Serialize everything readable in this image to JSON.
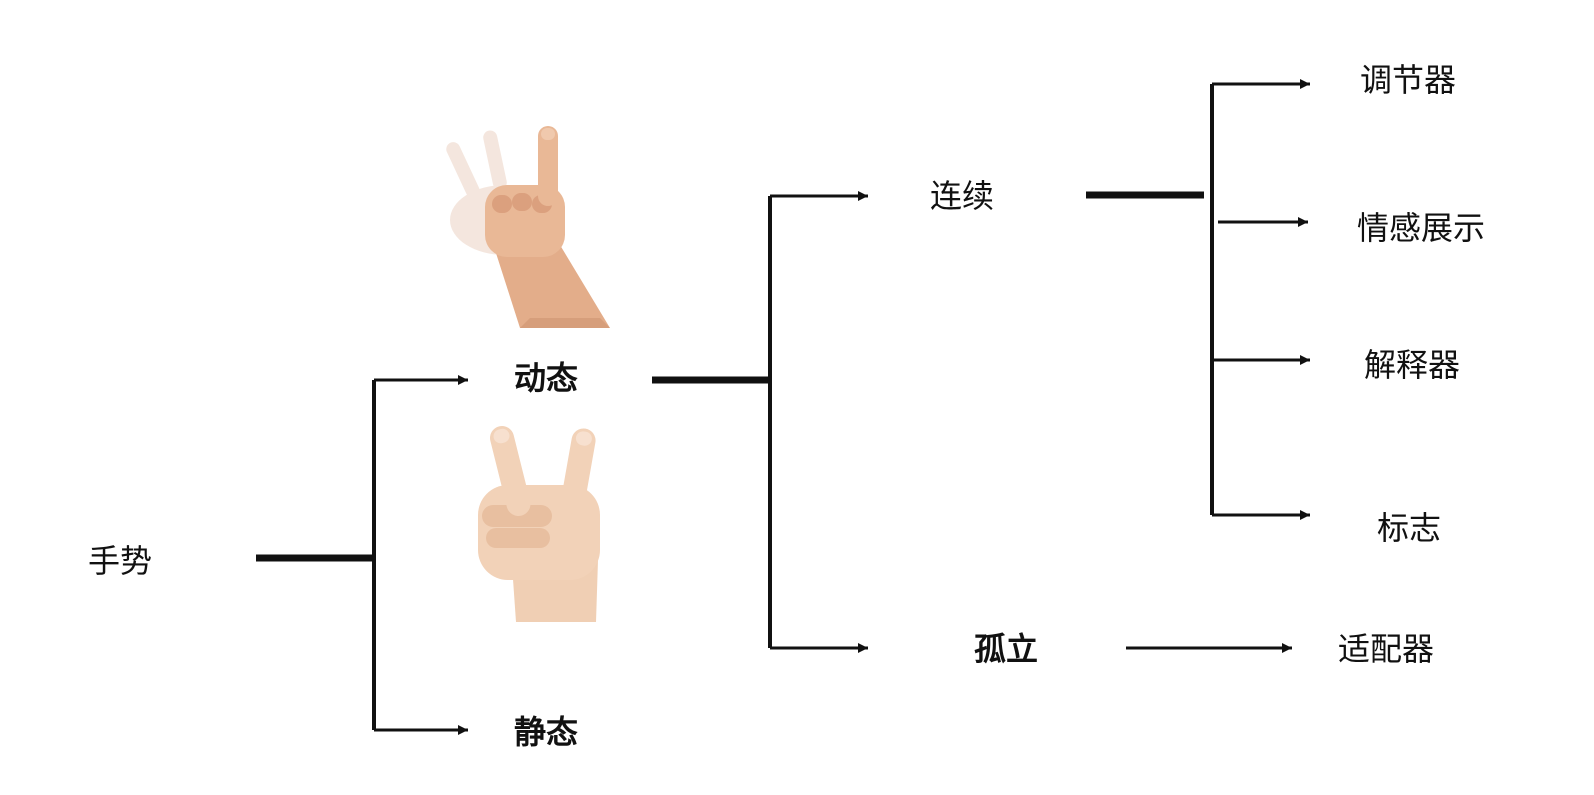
{
  "diagram": {
    "type": "tree",
    "colors": {
      "line": "#111111",
      "text": "#111111",
      "skin": "#e9b896",
      "skin_shadow": "#c98f6c",
      "background": "#ffffff"
    },
    "nodes": {
      "root": "手势",
      "dynamic": "动态",
      "static": "静态",
      "continuous": "连续",
      "isolated": "孤立",
      "regulator": "调节器",
      "affect_display": "情感展示",
      "illustrator": "解释器",
      "emblem": "标志",
      "adaptor": "适配器"
    },
    "images": {
      "dynamic_hand": "waving-hand-photo",
      "static_hand": "v-sign-hand-photo"
    }
  }
}
